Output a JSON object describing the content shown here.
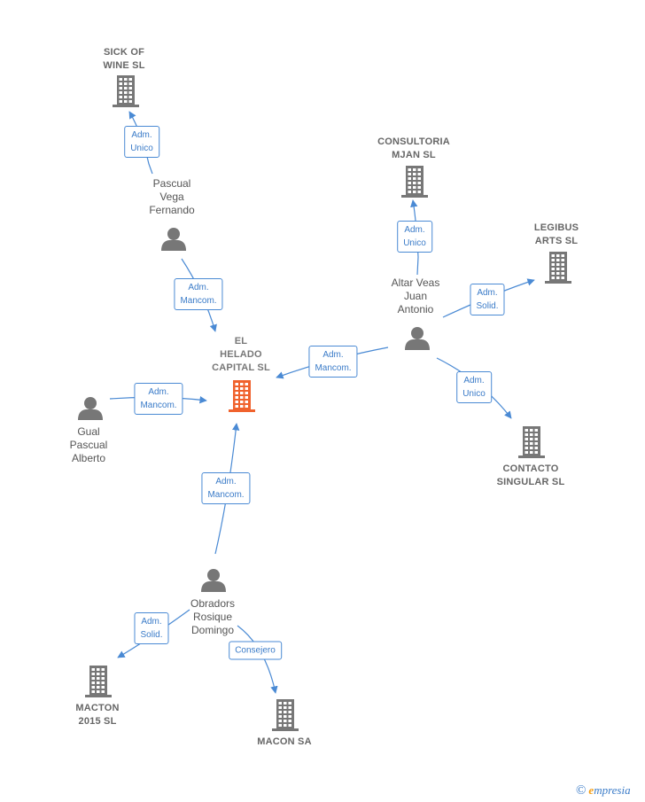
{
  "colors": {
    "edge": "#4a8ad4",
    "company": "#777777",
    "main_company": "#f0622d",
    "person": "#777777"
  },
  "nodes": [
    {
      "id": "sick",
      "type": "company",
      "label": "SICK OF\nWINE  SL"
    },
    {
      "id": "consultoria",
      "type": "company",
      "label": "CONSULTORIA\nMJAN  SL"
    },
    {
      "id": "legibus",
      "type": "company",
      "label": "LEGIBUS\nARTS  SL"
    },
    {
      "id": "helado",
      "type": "main-company",
      "label": "EL\nHELADO\nCAPITAL  SL"
    },
    {
      "id": "contacto",
      "type": "company",
      "label": "CONTACTO\nSINGULAR SL"
    },
    {
      "id": "macton",
      "type": "company",
      "label": "MACTON\n2015  SL"
    },
    {
      "id": "macon",
      "type": "company",
      "label": "MACON SA"
    },
    {
      "id": "pascual",
      "type": "person",
      "label": "Pascual\nVega\nFernando"
    },
    {
      "id": "altar",
      "type": "person",
      "label": "Altar Veas\nJuan\nAntonio"
    },
    {
      "id": "gual",
      "type": "person",
      "label": "Gual\nPascual\nAlberto"
    },
    {
      "id": "obradors",
      "type": "person",
      "label": "Obradors\nRosique\nDomingo"
    }
  ],
  "edges": [
    {
      "from": "pascual",
      "to": "sick",
      "label": "Adm.\nUnico"
    },
    {
      "from": "pascual",
      "to": "helado",
      "label": "Adm.\nMancom."
    },
    {
      "from": "altar",
      "to": "consultoria",
      "label": "Adm.\nUnico"
    },
    {
      "from": "altar",
      "to": "legibus",
      "label": "Adm.\nSolid."
    },
    {
      "from": "altar",
      "to": "helado",
      "label": "Adm.\nMancom."
    },
    {
      "from": "altar",
      "to": "contacto",
      "label": "Adm.\nUnico"
    },
    {
      "from": "gual",
      "to": "helado",
      "label": "Adm.\nMancom."
    },
    {
      "from": "obradors",
      "to": "helado",
      "label": "Adm.\nMancom."
    },
    {
      "from": "obradors",
      "to": "macton",
      "label": "Adm.\nSolid."
    },
    {
      "from": "obradors",
      "to": "macon",
      "label": "Consejero"
    }
  ],
  "brand": {
    "copyright": "©",
    "e": "e",
    "rest": "mpresia"
  }
}
